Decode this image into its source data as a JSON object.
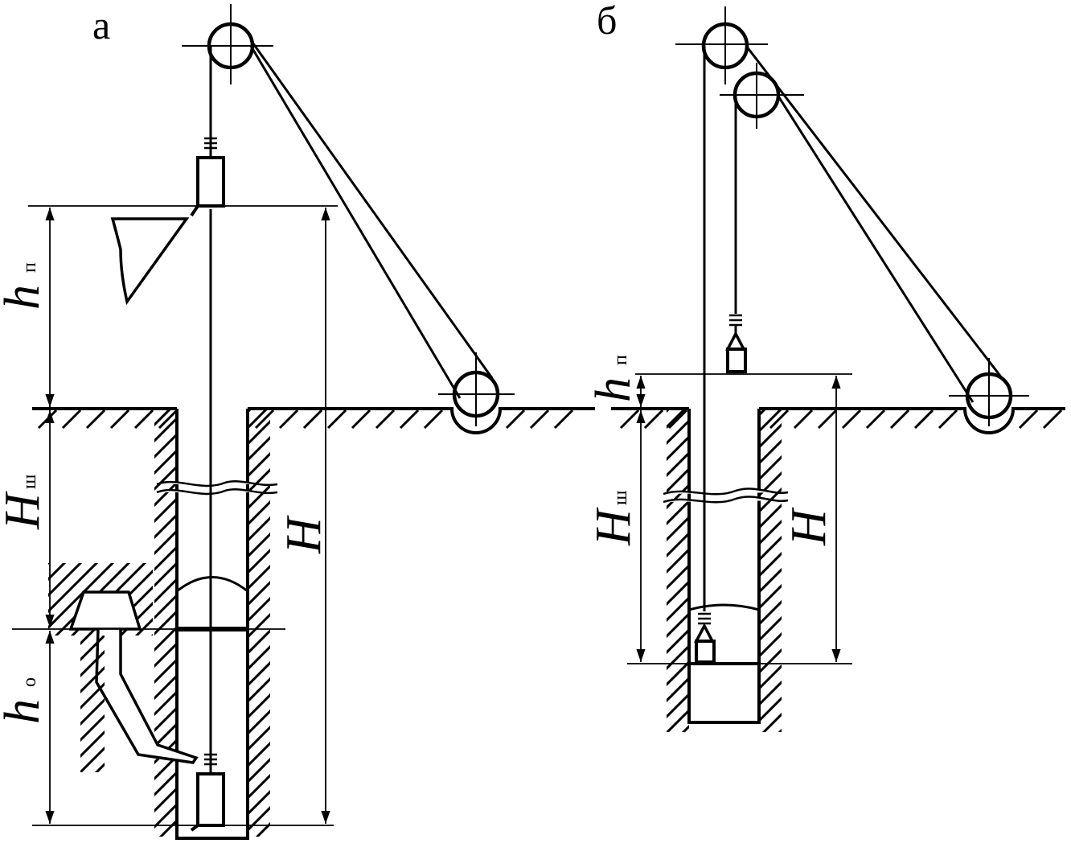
{
  "panels": {
    "a": {
      "label": "а",
      "h_p": "h",
      "h_p_sub": "п",
      "H_sh": "H",
      "H_sh_sub": "ш",
      "H": "H",
      "h_o": "h",
      "h_o_sub": "о"
    },
    "b": {
      "label": "б",
      "h_p": "h",
      "h_p_sub": "п",
      "H_sh": "H",
      "H_sh_sub": "ш",
      "H": "H"
    }
  }
}
